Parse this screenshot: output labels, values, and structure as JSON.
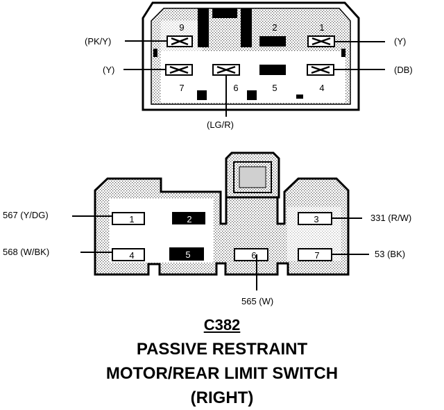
{
  "top_connector": {
    "pins": {
      "p1": "1",
      "p2": "2",
      "p4": "4",
      "p5": "5",
      "p6": "6",
      "p7": "7",
      "p9": "9"
    },
    "labels": {
      "pk_y": "(PK/Y)",
      "y_left": "(Y)",
      "y_right": "(Y)",
      "db": "(DB)",
      "lg_r": "(LG/R)"
    }
  },
  "bottom_connector": {
    "pins": {
      "p1": "1",
      "p2": "2",
      "p3": "3",
      "p4": "4",
      "p5": "5",
      "p6": "6",
      "p7": "7"
    },
    "labels": {
      "c567": "567 (Y/DG)",
      "c568": "568 (W/BK)",
      "c565": "565 (W)",
      "c331": "331 (R/W)",
      "c53": "53 (BK)"
    }
  },
  "caption": {
    "id": "C382",
    "line1": "PASSIVE RESTRAINT",
    "line2": "MOTOR/REAR LIMIT SWITCH",
    "line3": "(RIGHT)"
  },
  "colors": {
    "ink": "#000000",
    "shade": "#c8c8c8",
    "paper": "#ffffff"
  }
}
